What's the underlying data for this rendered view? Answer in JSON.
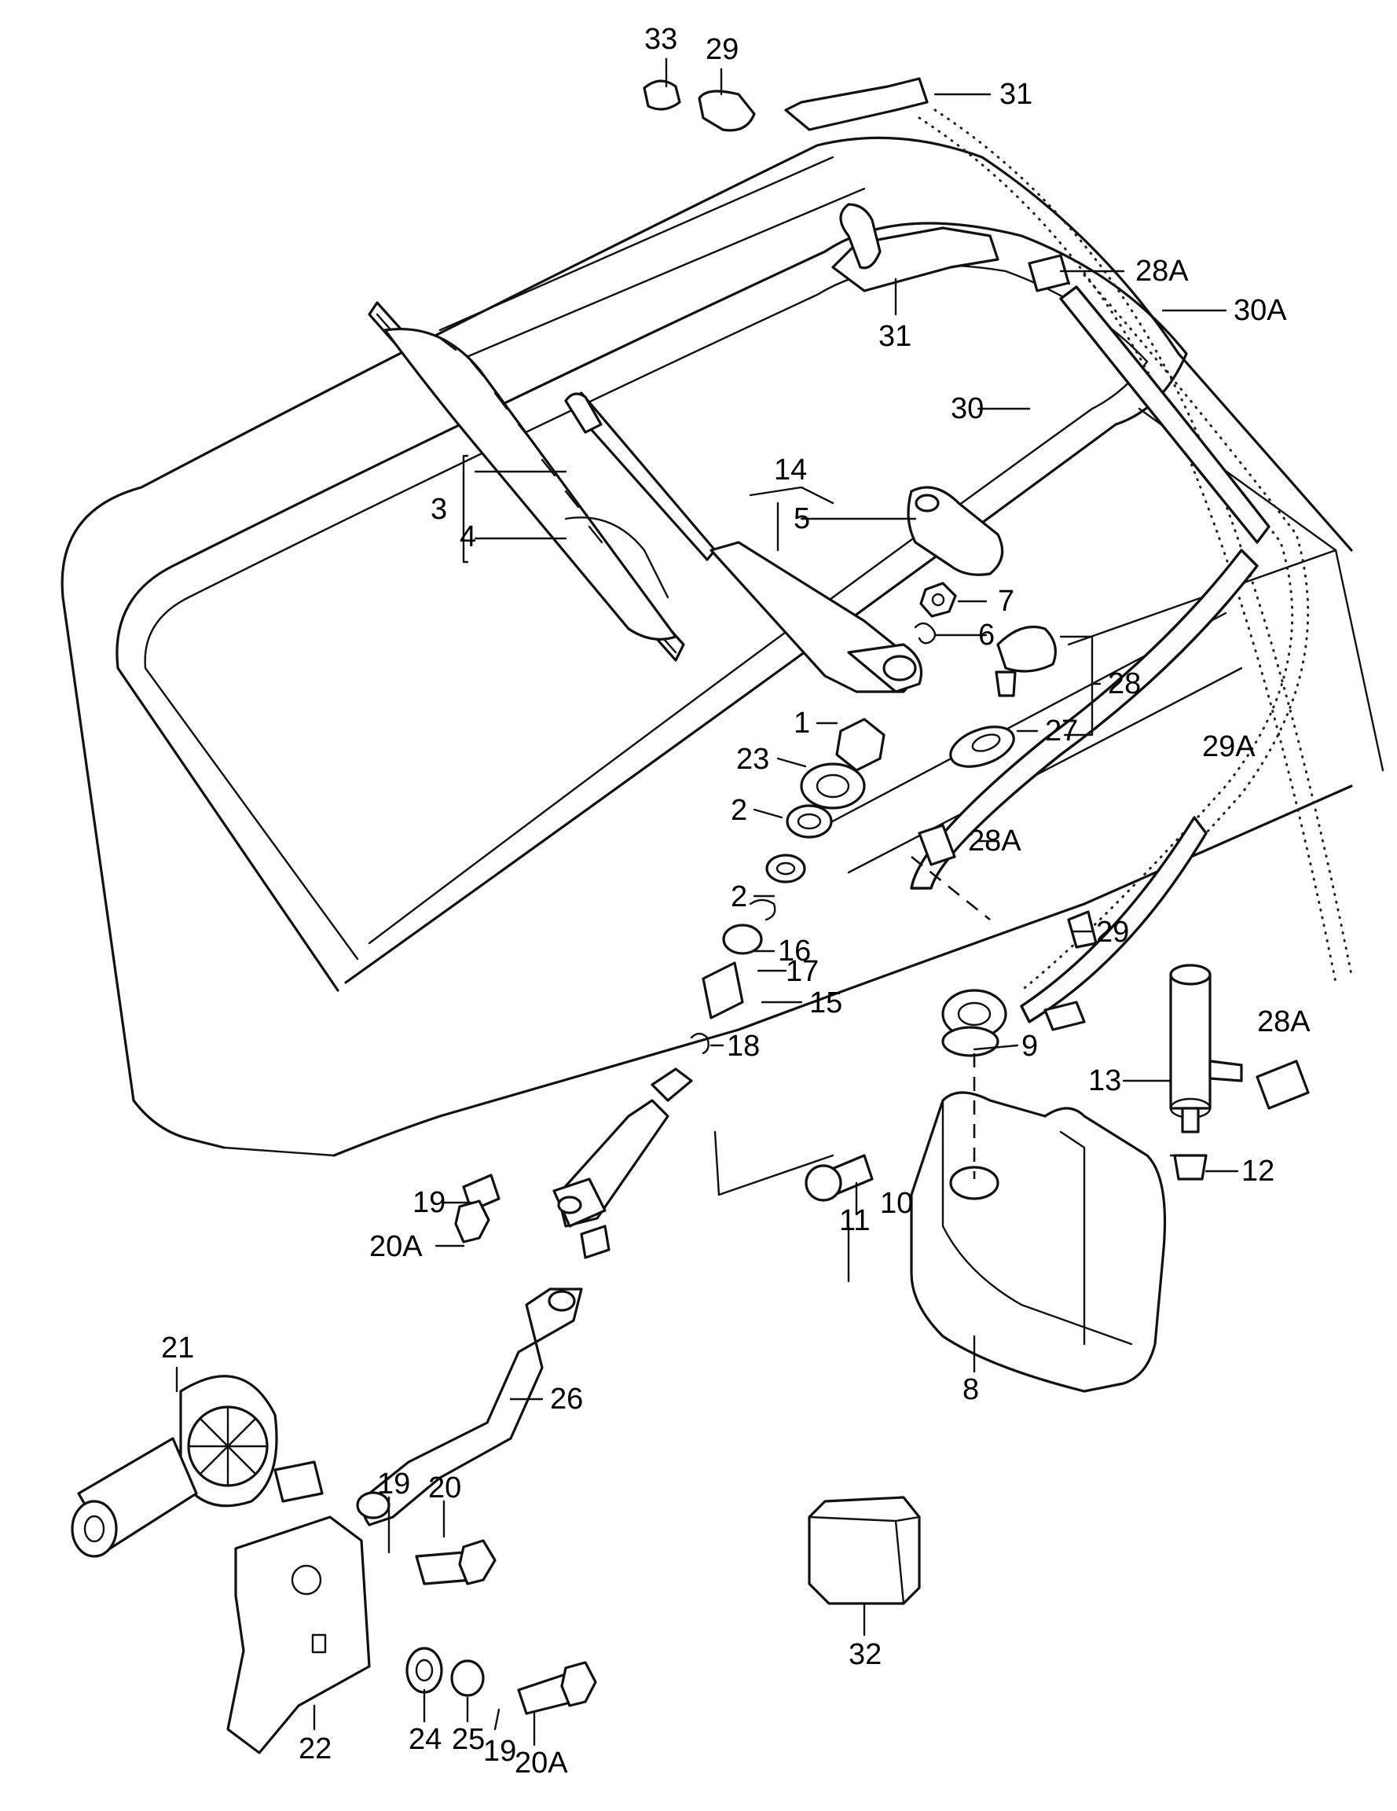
{
  "callouts": {
    "c33": "33",
    "c29_top": "29",
    "c31_top": "31",
    "c28A_top": "28A",
    "c30A": "30A",
    "c31_mid": "31",
    "c30": "30",
    "c14": "14",
    "c5": "5",
    "c3": "3",
    "c4": "4",
    "c7": "7",
    "c6": "6",
    "c28": "28",
    "c1": "1",
    "c27": "27",
    "c23": "23",
    "c29A": "29A",
    "c2_a": "2",
    "c2_b": "2",
    "c28A_mid": "28A",
    "c29_mid": "29",
    "c16": "16",
    "c17": "17",
    "c15": "15",
    "c9": "9",
    "c28A_right": "28A",
    "c18": "18",
    "c13": "13",
    "c12": "12",
    "c19_a": "19",
    "c10": "10",
    "c20A_a": "20A",
    "c11": "11",
    "c8": "8",
    "c21": "21",
    "c26": "26",
    "c19_b": "19",
    "c20": "20",
    "c32": "32",
    "c22": "22",
    "c24": "24",
    "c25": "25",
    "c19_c": "19",
    "c20A_b": "20A"
  }
}
